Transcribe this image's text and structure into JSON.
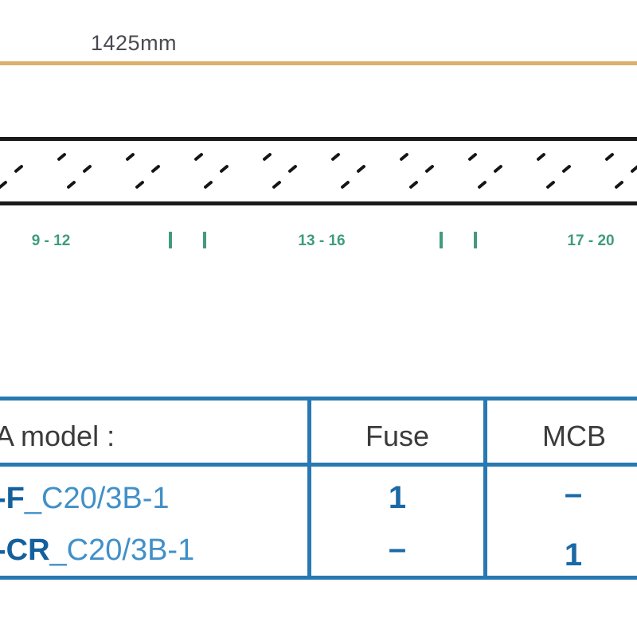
{
  "diagram": {
    "dimension_label": "1425mm",
    "segment_labels": [
      "9 - 12",
      "13 - 16",
      "17 - 20"
    ]
  },
  "colors": {
    "dimension_line": "#DCAF6C",
    "bar_border": "#1A1A1A",
    "hatch_dash": "#151515",
    "segment_green": "#3E9B80",
    "table_border": "#2879B2",
    "header_text": "#3B3B3C",
    "model_dark_blue": "#14609D",
    "model_light_blue": "#4190C8",
    "value_blue": "#1B69A6"
  },
  "table": {
    "header": {
      "model": "A model :",
      "fuse": "Fuse",
      "mcb": "MCB"
    },
    "rows": [
      {
        "model_bold": "-F",
        "model_rest": "_C20/3B-1",
        "fuse": "1",
        "mcb": "–"
      },
      {
        "model_bold": "-CR",
        "model_rest": "_C20/3B-1",
        "fuse": "–",
        "mcb": "1"
      }
    ]
  }
}
